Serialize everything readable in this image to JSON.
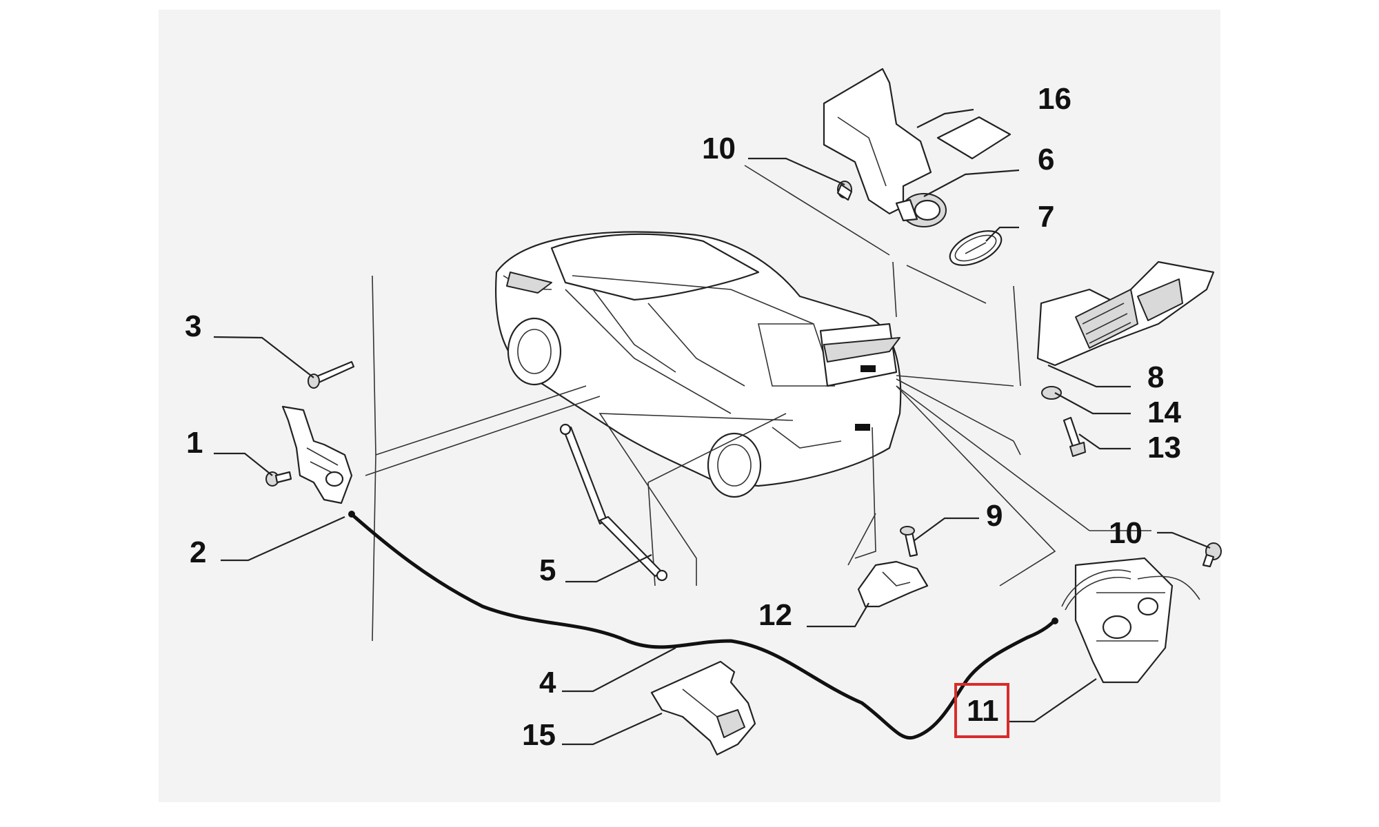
{
  "diagram": {
    "callouts": [
      {
        "id": "c16",
        "label": "16"
      },
      {
        "id": "c10a",
        "label": "10"
      },
      {
        "id": "c6",
        "label": "6"
      },
      {
        "id": "c7",
        "label": "7"
      },
      {
        "id": "c3",
        "label": "3"
      },
      {
        "id": "c8",
        "label": "8"
      },
      {
        "id": "c14",
        "label": "14"
      },
      {
        "id": "c1",
        "label": "1"
      },
      {
        "id": "c13",
        "label": "13"
      },
      {
        "id": "c9",
        "label": "9"
      },
      {
        "id": "c10b",
        "label": "10"
      },
      {
        "id": "c2",
        "label": "2"
      },
      {
        "id": "c5",
        "label": "5"
      },
      {
        "id": "c12",
        "label": "12"
      },
      {
        "id": "c4",
        "label": "4"
      },
      {
        "id": "c11",
        "label": "11"
      },
      {
        "id": "c15",
        "label": "15"
      }
    ],
    "highlighted_callout": "11",
    "highlight_color": "#d92b2b"
  }
}
